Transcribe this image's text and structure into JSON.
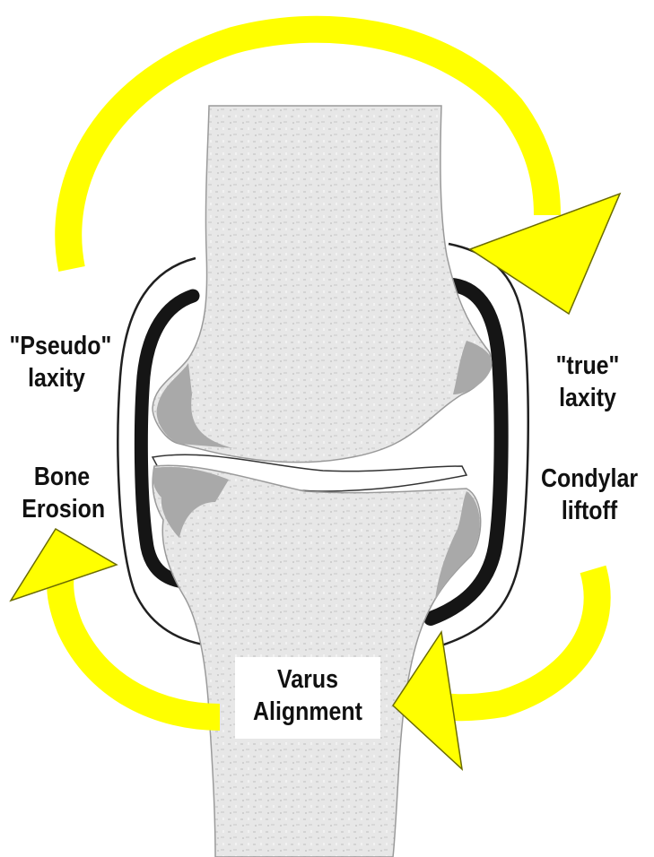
{
  "labels": {
    "pseudo_laxity": [
      "\"Pseudo\"",
      "laxity"
    ],
    "bone_erosion": [
      "Bone",
      "Erosion"
    ],
    "true_laxity": [
      "\"true\"",
      "laxity"
    ],
    "condylar_liftoff": [
      "Condylar",
      "liftoff"
    ],
    "varus_alignment": [
      "Varus",
      "Alignment"
    ]
  },
  "colors": {
    "arrow": "#ffff00",
    "arrow_outline": "#6b6b00",
    "bone": "#e6e6e6",
    "bone_shadow": "#a9a9a9",
    "capsule": "#151515",
    "text": "#111111"
  }
}
